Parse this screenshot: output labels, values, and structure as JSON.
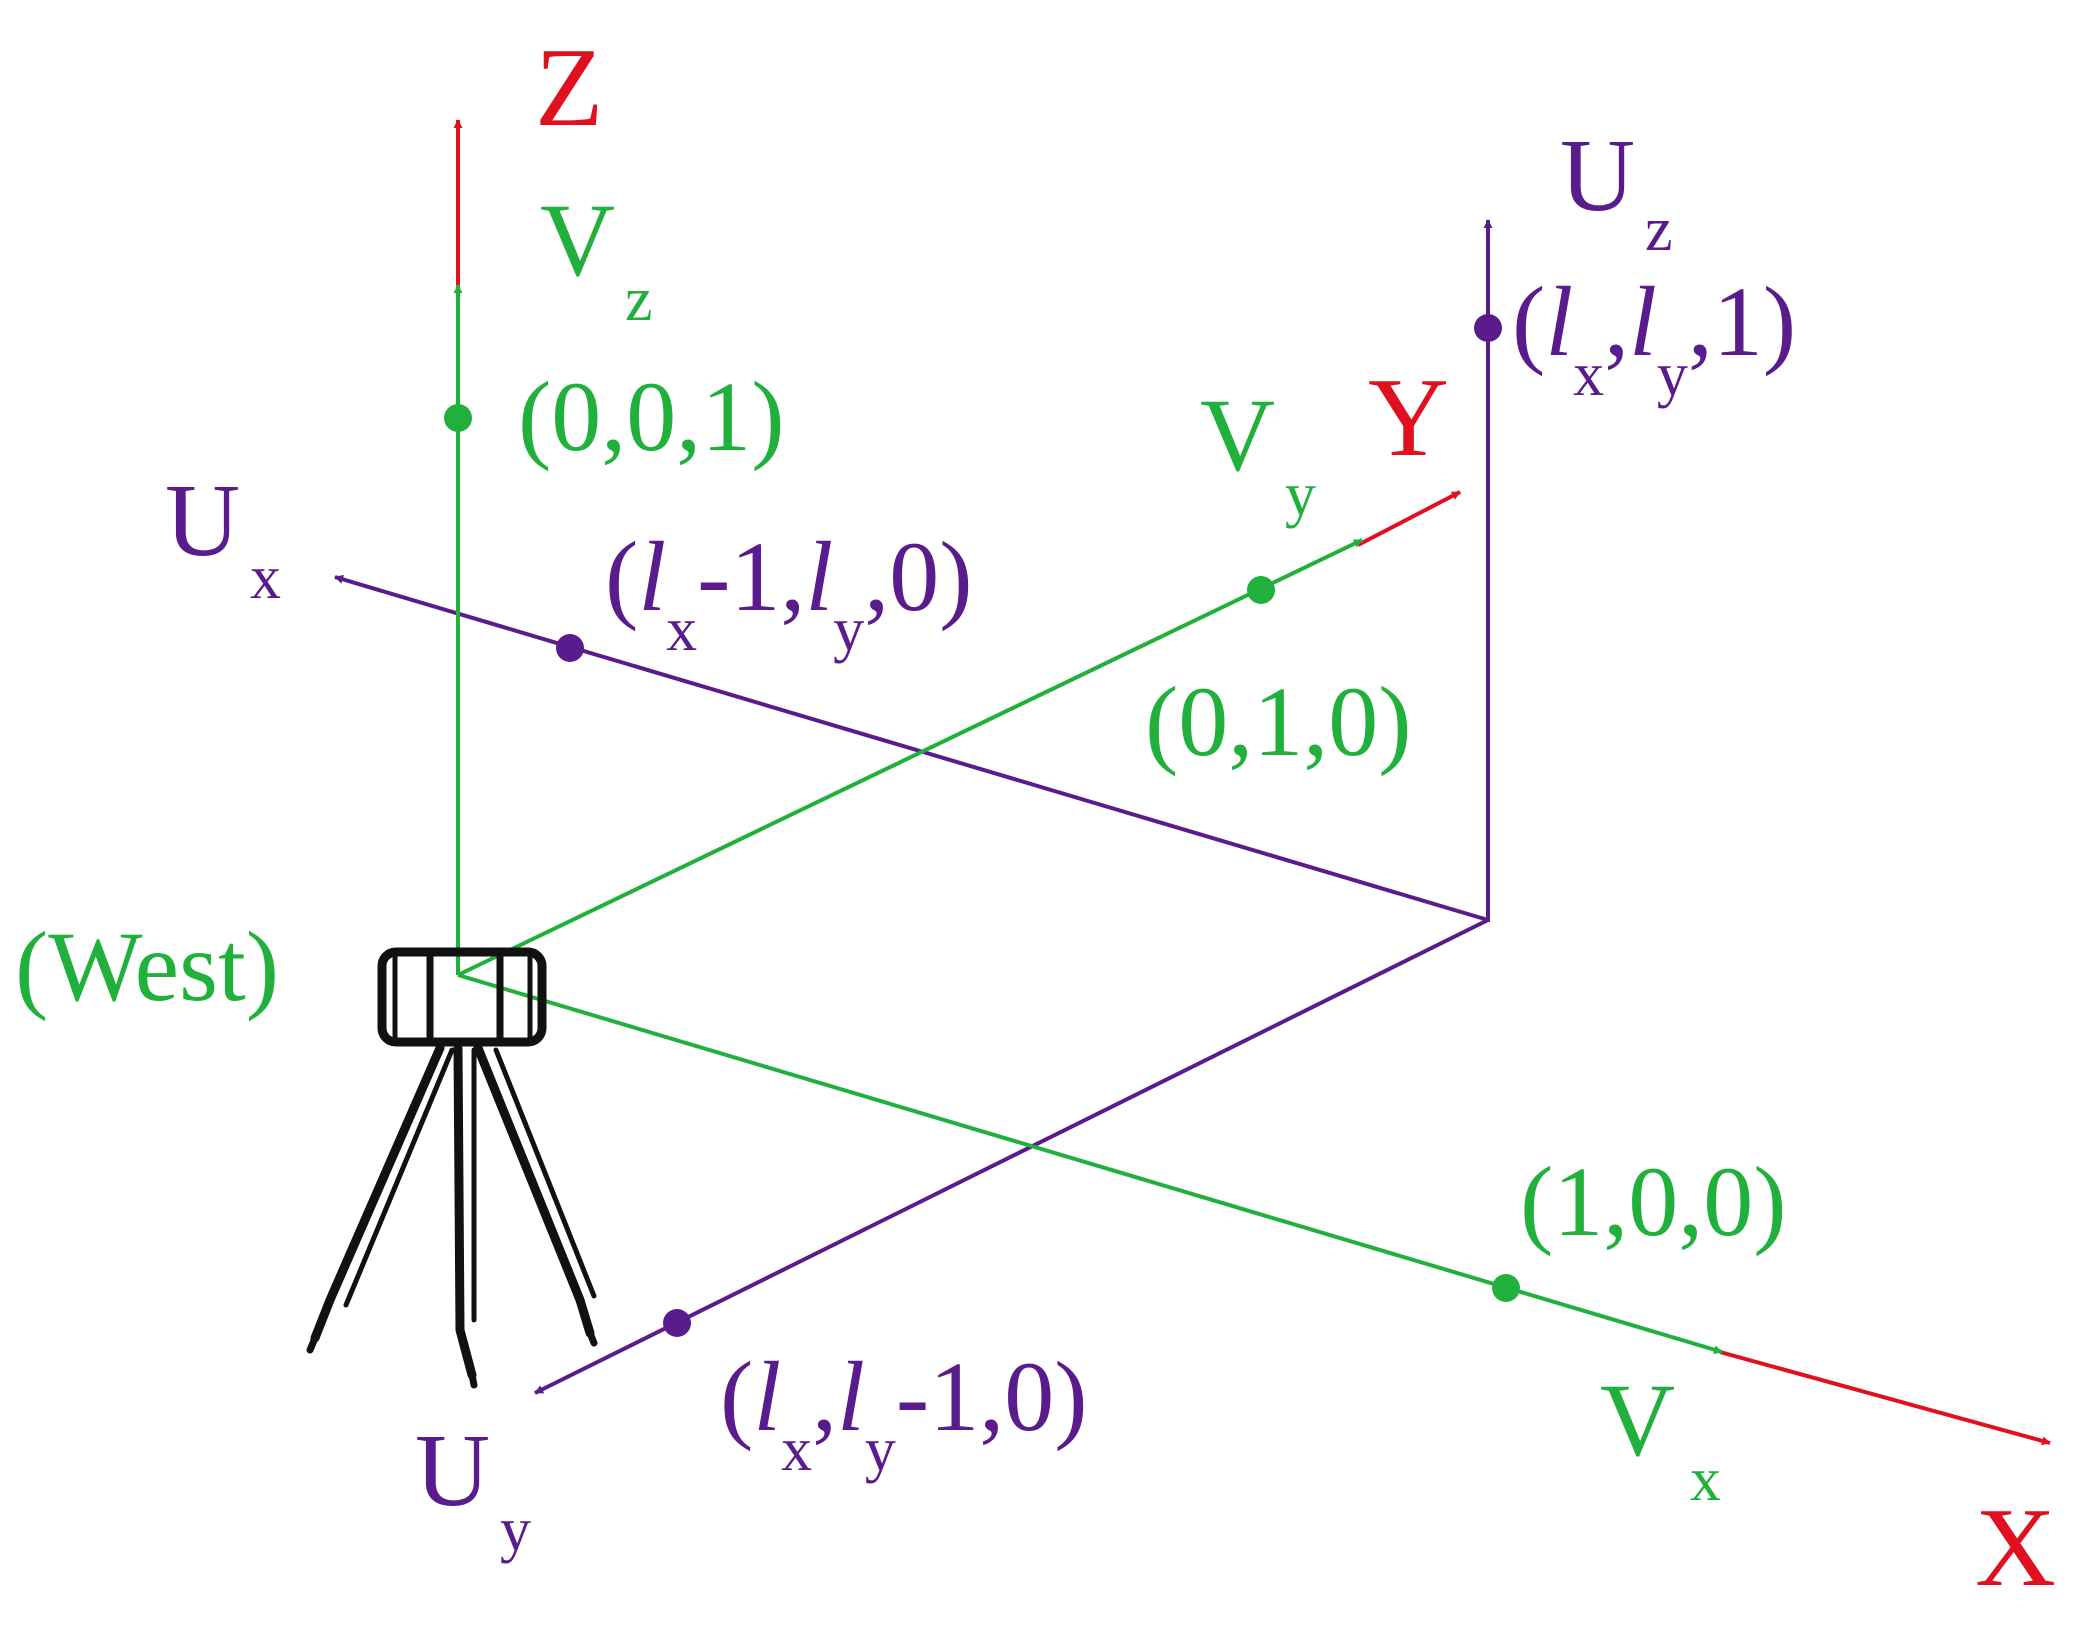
{
  "colors": {
    "red": "#e01020",
    "green": "#22b03c",
    "purple": "#5a1b8c",
    "black": "#111111"
  },
  "axes": {
    "Z": "Z",
    "Y": "Y",
    "X": "X"
  },
  "vectors": {
    "Vz": {
      "main": "V",
      "sub": "z"
    },
    "Vy": {
      "main": "V",
      "sub": "y"
    },
    "Vx": {
      "main": "V",
      "sub": "x"
    },
    "Ux": {
      "main": "U",
      "sub": "x"
    },
    "Uy": {
      "main": "U",
      "sub": "y"
    },
    "Uz": {
      "main": "U",
      "sub": "z"
    }
  },
  "points": {
    "vz_point": "(0,0,1)",
    "vy_point": "(0,1,0)",
    "vx_point": "(1,0,0)",
    "ux_point": {
      "open": "(",
      "l1": "l",
      "s1": "x",
      "rest1": "-1,",
      "l2": "l",
      "s2": "y",
      "rest2": ",0)"
    },
    "uy_point": {
      "open": "(",
      "l1": "l",
      "s1": "x",
      "rest1": ",",
      "l2": "l",
      "s2": "y",
      "rest2": "-1,0)"
    },
    "uz_point": {
      "open": "(",
      "l1": "l",
      "s1": "x",
      "rest1": ",",
      "l2": "l",
      "s2": "y",
      "rest2": ",1)"
    }
  },
  "instrument": {
    "label": "(West)",
    "icon": "tripod-scanner-icon"
  }
}
